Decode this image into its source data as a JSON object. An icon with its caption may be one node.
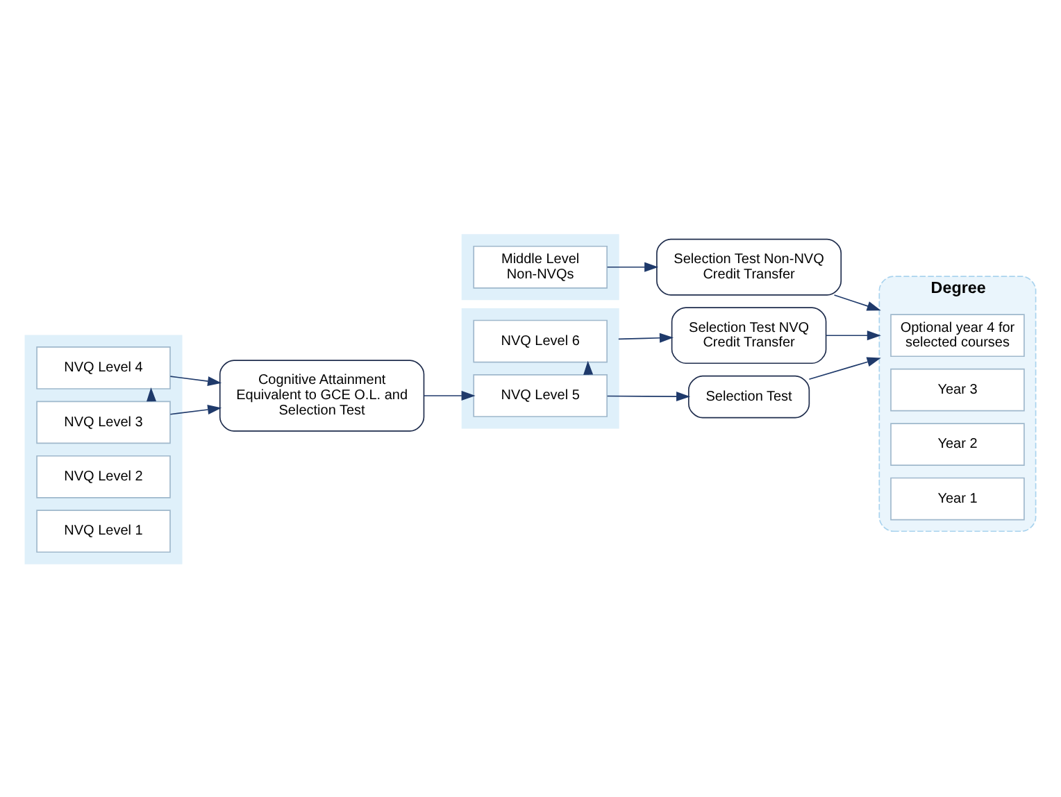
{
  "diagram": {
    "nodes": [
      {
        "text": [],
        "shape": "box"
      },
      {
        "text": [
          "Middle Level Non-NVQs"
        ],
        "in": 0
      },
      {
        "text": [
          "Selection Test Non-NVQ Credit Transfer"
        ]
      },
      {
        "text": [
          "Degree"
        ]
      },
      {
        "text": [
          "Optional year 4 for selected courses"
        ],
        "in": 3
      },
      {
        "text": [
          "Year 3"
        ],
        "in": 3
      },
      {
        "text": [
          "Year 2"
        ],
        "in": 3
      },
      {
        "text": [
          "Year 1"
        ],
        "in": 3
      },
      {
        "text": [
          "Selection Test NVQ Credit Transfer"
        ]
      },
      {
        "text": [],
        "shape": "box"
      },
      {
        "text": [
          "NVQ Level 6"
        ],
        "in": 9
      },
      {
        "text": [
          "NVQ Level 5"
        ],
        "in": 9
      },
      {
        "text": [
          "Selection Test"
        ]
      },
      {
        "text": [],
        "shape": "box"
      },
      {
        "text": [
          "NVQ Level 4"
        ],
        "in": 13
      },
      {
        "text": [
          "Cognitive Attainment Equivalent to GCE O.L. and Selection Test"
        ]
      },
      {
        "text": [
          "NVQ Level 3"
        ],
        "in": 13
      },
      {
        "text": [
          "NVQ Level 2"
        ],
        "in": 13
      },
      {
        "text": [
          "NVQ Level 1"
        ],
        "in": 13
      }
    ],
    "edges": [
      {
        "from": 1,
        "to": 2,
        "arrow": "to"
      },
      {
        "from": 2,
        "to": 3,
        "arrow": "to"
      },
      {
        "from": 8,
        "to": 3,
        "arrow": "to"
      },
      {
        "from": 9,
        "to": 8,
        "arrow": "to"
      },
      {
        "from": 11,
        "to": 10,
        "arrow": "to"
      },
      {
        "from": 11,
        "to": 12,
        "arrow": "to"
      },
      {
        "from": 12,
        "to": 3,
        "arrow": "to"
      },
      {
        "from": 15,
        "to": 11,
        "arrow": "to"
      },
      {
        "from": 14,
        "to": 15,
        "arrow": "to"
      },
      {
        "from": 16,
        "to": 15,
        "arrow": "to"
      },
      {
        "from": 16,
        "to": 14,
        "arrow": "to"
      }
    ]
  }
}
